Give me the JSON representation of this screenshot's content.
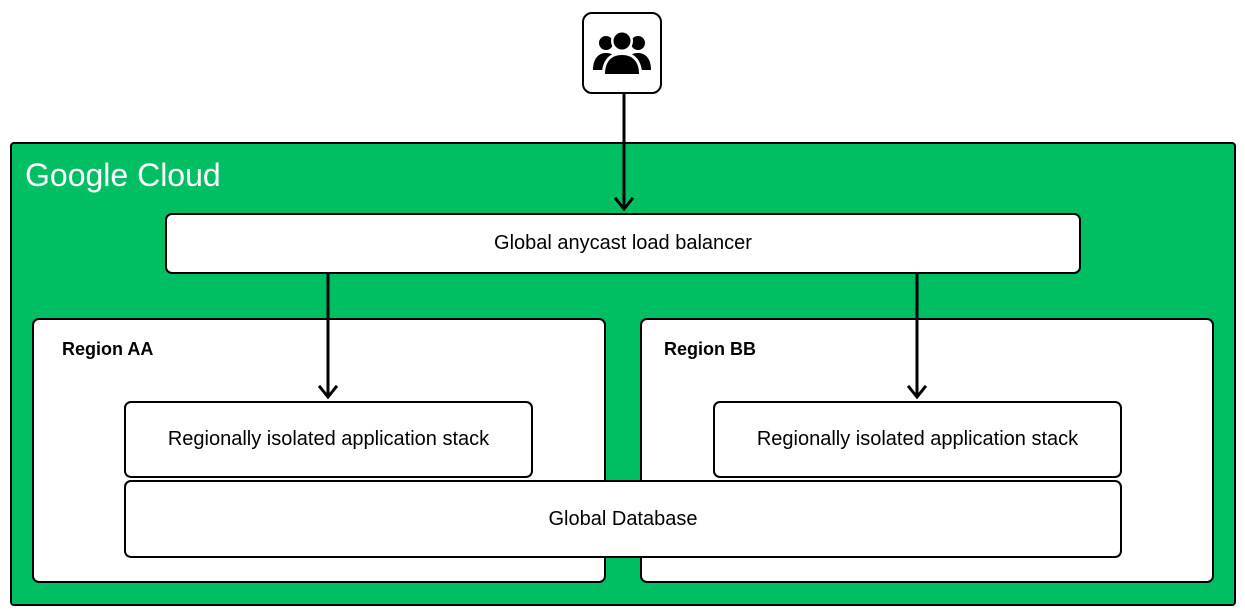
{
  "diagram": {
    "users_icon": "users-group-icon",
    "cloud_title": "Google Cloud",
    "load_balancer": "Global anycast load balancer",
    "regions": [
      {
        "label": "Region AA",
        "stack": "Regionally isolated application stack"
      },
      {
        "label": "Region BB",
        "stack": "Regionally isolated application stack"
      }
    ],
    "database": "Global Database"
  },
  "colors": {
    "cloud_fill": "#00bf63",
    "box_fill": "#ffffff",
    "stroke": "#000000"
  }
}
